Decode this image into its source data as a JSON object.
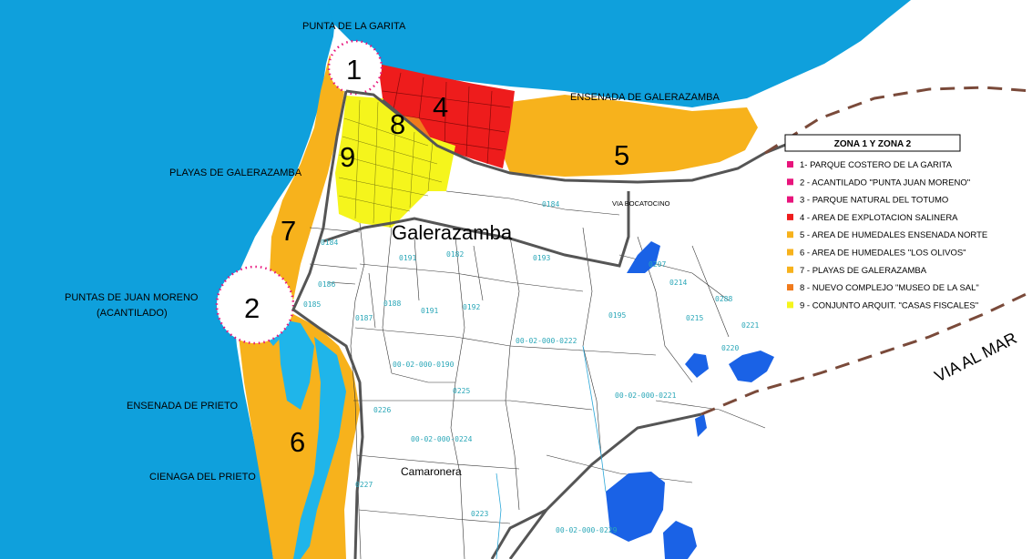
{
  "place_names": {
    "punta_garita": "PUNTA DE LA GARITA",
    "ensenada_galerazamba": "ENSENADA DE GALERAZAMBA",
    "playas_galerazamba": "PLAYAS DE GALERAZAMBA",
    "puntas_juan_moreno": "PUNTAS DE JUAN MORENO",
    "acantilado": "(ACANTILADO)",
    "ensenada_prieto": "ENSENADA DE PRIETO",
    "cienaga_prieto": "CIENAGA DEL PRIETO",
    "via_bocatocino": "VIA BOCATOCINO",
    "galerazamba": "Galerazamba",
    "camaronera": "Camaronera",
    "via_al_mar": "VIA AL MAR"
  },
  "zone_numbers": [
    "1",
    "2",
    "4",
    "5",
    "6",
    "7",
    "8",
    "9"
  ],
  "parcels": [
    "0184",
    "0182",
    "0193",
    "0191",
    "0184",
    "0186",
    "0185",
    "0187",
    "0188",
    "0191",
    "0192",
    "0195",
    "0214",
    "0215",
    "0288",
    "0207",
    "0221",
    "0220",
    "00-02-000-0222",
    "00-02-000-0190",
    "0225",
    "0226",
    "00-02-000-0224",
    "00-02-000-0221",
    "0227",
    "0223",
    "00-02-000-0229"
  ],
  "legend": {
    "title": "ZONA 1 Y ZONA 2",
    "items": [
      {
        "label": "1- PARQUE COSTERO DE LA GARITA",
        "color": "#e8147c"
      },
      {
        "label": "2 - ACANTILADO \"PUNTA JUAN MORENO\"",
        "color": "#e8147c"
      },
      {
        "label": "3 - PARQUE NATURAL DEL TOTUMO",
        "color": "#e8147c"
      },
      {
        "label": "4 - AREA DE EXPLOTACION SALINERA",
        "color": "#ee1c1c"
      },
      {
        "label": "5 - AREA DE HUMEDALES ENSENADA NORTE",
        "color": "#f7b21c"
      },
      {
        "label": "6 - AREA DE HUMEDALES \"LOS OLIVOS\"",
        "color": "#f7b21c"
      },
      {
        "label": "7 - PLAYAS DE GALERAZAMBA",
        "color": "#f7b21c"
      },
      {
        "label": "8 - NUEVO COMPLEJO \"MUSEO DE LA SAL\"",
        "color": "#f07a1c"
      },
      {
        "label": "9 - CONJUNTO ARQUIT. \"CASAS FISCALES\"",
        "color": "#f5f51c"
      }
    ]
  },
  "colors": {
    "sea": "#0fa0dc",
    "wetland": "#f7b21c",
    "saline": "#ee1c1c",
    "museum": "#f07a1c",
    "houses": "#f5f51c",
    "lagoon": "#1a62e6",
    "boundary": "#7a4a3a"
  }
}
